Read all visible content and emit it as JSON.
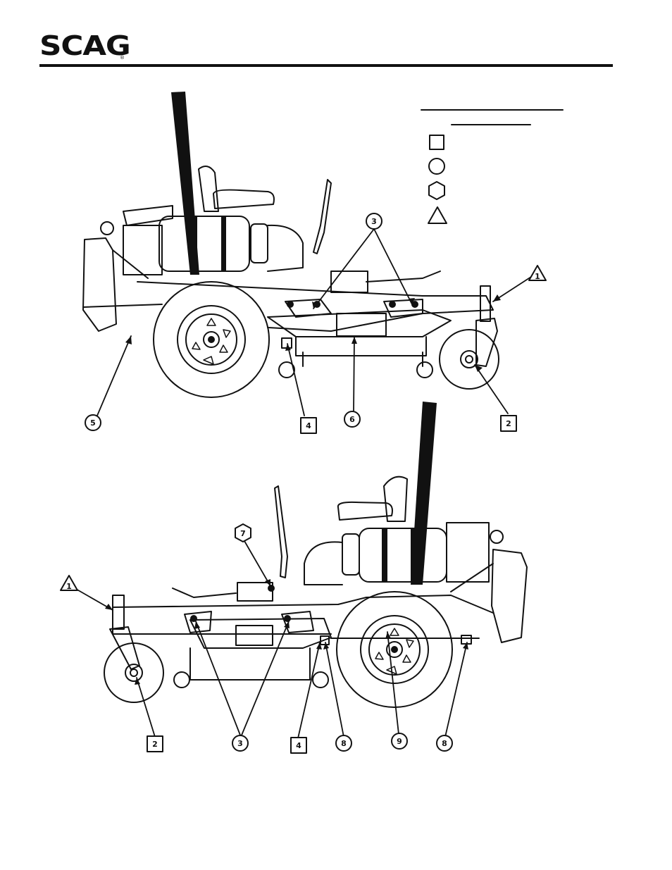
{
  "header": {
    "logo_text": "SCAG",
    "logo_mark": "®"
  },
  "legend": {
    "shapes": [
      "square-icon",
      "circle-icon",
      "hexagon-icon",
      "triangle-icon"
    ]
  },
  "top_view": {
    "callouts": [
      {
        "label": "1",
        "shape": "triangle"
      },
      {
        "label": "2",
        "shape": "square"
      },
      {
        "label": "3",
        "shape": "circle"
      },
      {
        "label": "4",
        "shape": "square"
      },
      {
        "label": "5",
        "shape": "circle"
      },
      {
        "label": "6",
        "shape": "circle"
      }
    ]
  },
  "bottom_view": {
    "callouts": [
      {
        "label": "1",
        "shape": "triangle"
      },
      {
        "label": "2",
        "shape": "square"
      },
      {
        "label": "3",
        "shape": "circle"
      },
      {
        "label": "4",
        "shape": "square"
      },
      {
        "label": "7",
        "shape": "hexagon"
      },
      {
        "label": "8",
        "shape": "circle"
      },
      {
        "label": "9",
        "shape": "circle"
      },
      {
        "label": "8",
        "shape": "circle"
      }
    ]
  }
}
